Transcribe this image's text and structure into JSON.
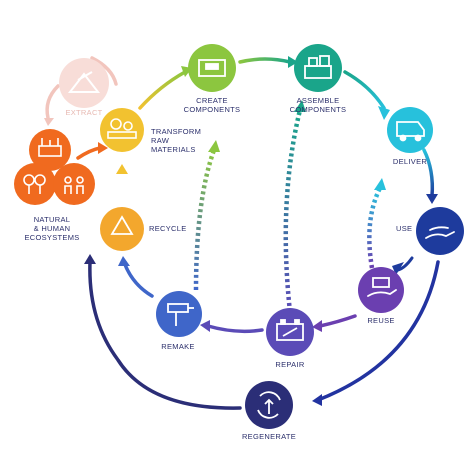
{
  "colors": {
    "label": "#2b2f6b",
    "extract": "#f2c5bd",
    "transform": "#f2c230",
    "create": "#8cc63f",
    "assemble": "#1aa58a",
    "deliver": "#27c1dc",
    "use": "#1e3b9d",
    "reuse": "#6b3fb0",
    "repair": "#5b4bb7",
    "remake": "#3f66c9",
    "recycle": "#f3a72d",
    "natural": "#f06a1f",
    "regenerate": "#2b2e77"
  },
  "nodes": {
    "extract": {
      "icon": "mining-icon",
      "label": [
        "EXTRACT"
      ]
    },
    "transform": {
      "icon": "factory-gears-icon",
      "label": [
        "TRANSFORM",
        "RAW",
        "MATERIALS"
      ]
    },
    "create": {
      "icon": "components-icon",
      "label": [
        "CREATE",
        "COMPONENTS"
      ]
    },
    "assemble": {
      "icon": "assembly-icon",
      "label": [
        "ASSEMBLE",
        "COMPONENTS"
      ]
    },
    "deliver": {
      "icon": "delivery-van-icon",
      "label": [
        "DELIVER"
      ]
    },
    "use": {
      "icon": "hand-icon",
      "label": [
        "USE"
      ]
    },
    "reuse": {
      "icon": "hand-product-icon",
      "label": [
        "REUSE"
      ]
    },
    "repair": {
      "icon": "battery-icon",
      "label": [
        "REPAIR"
      ]
    },
    "remake": {
      "icon": "drill-icon",
      "label": [
        "REMAKE"
      ]
    },
    "recycle": {
      "icon": "recycle-icon",
      "label": [
        "RECYCLE"
      ]
    },
    "natural": {
      "icon": "ecosystem-icon",
      "label": [
        "NATURAL",
        "& HUMAN",
        "ECOSYSTEMS"
      ]
    },
    "regenerate": {
      "icon": "regenerate-icon",
      "label": [
        "REGENERATE"
      ]
    }
  }
}
